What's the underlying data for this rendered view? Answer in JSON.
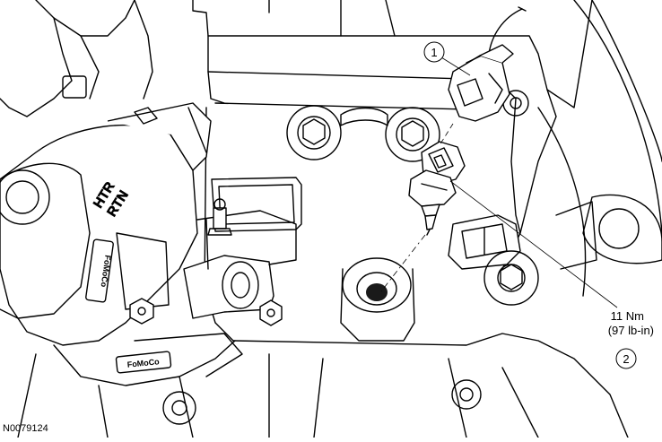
{
  "figure_id": "N0079124",
  "callouts": [
    {
      "number": "1"
    },
    {
      "number": "2"
    }
  ],
  "torque_spec": {
    "line1": "11 Nm",
    "line2": "(97 lb-in)"
  },
  "housing_markings": {
    "htr": "HTR",
    "rtn": "RTN",
    "logo_upper": "FoMoCo",
    "logo_lower": "FoMoCo"
  }
}
